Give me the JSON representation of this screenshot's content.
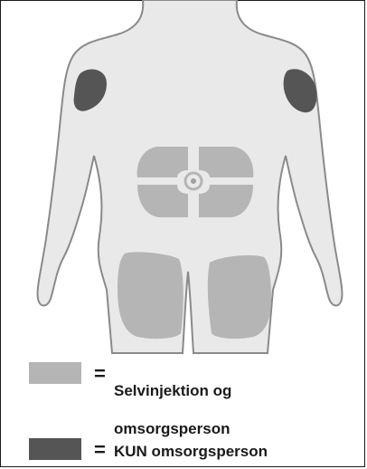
{
  "colors": {
    "body_fill": "#e9e9e9",
    "body_outline": "#8a8a8a",
    "self_and_caregiver": "#b5b5b5",
    "caregiver_only": "#555555",
    "text": "#1a1a1a"
  },
  "legend": {
    "equals": "=",
    "self_and_caregiver_line1": "Selvinjektion og",
    "self_and_caregiver_line2": "omsorgsperson",
    "caregiver_only": "KUN omsorgsperson"
  }
}
